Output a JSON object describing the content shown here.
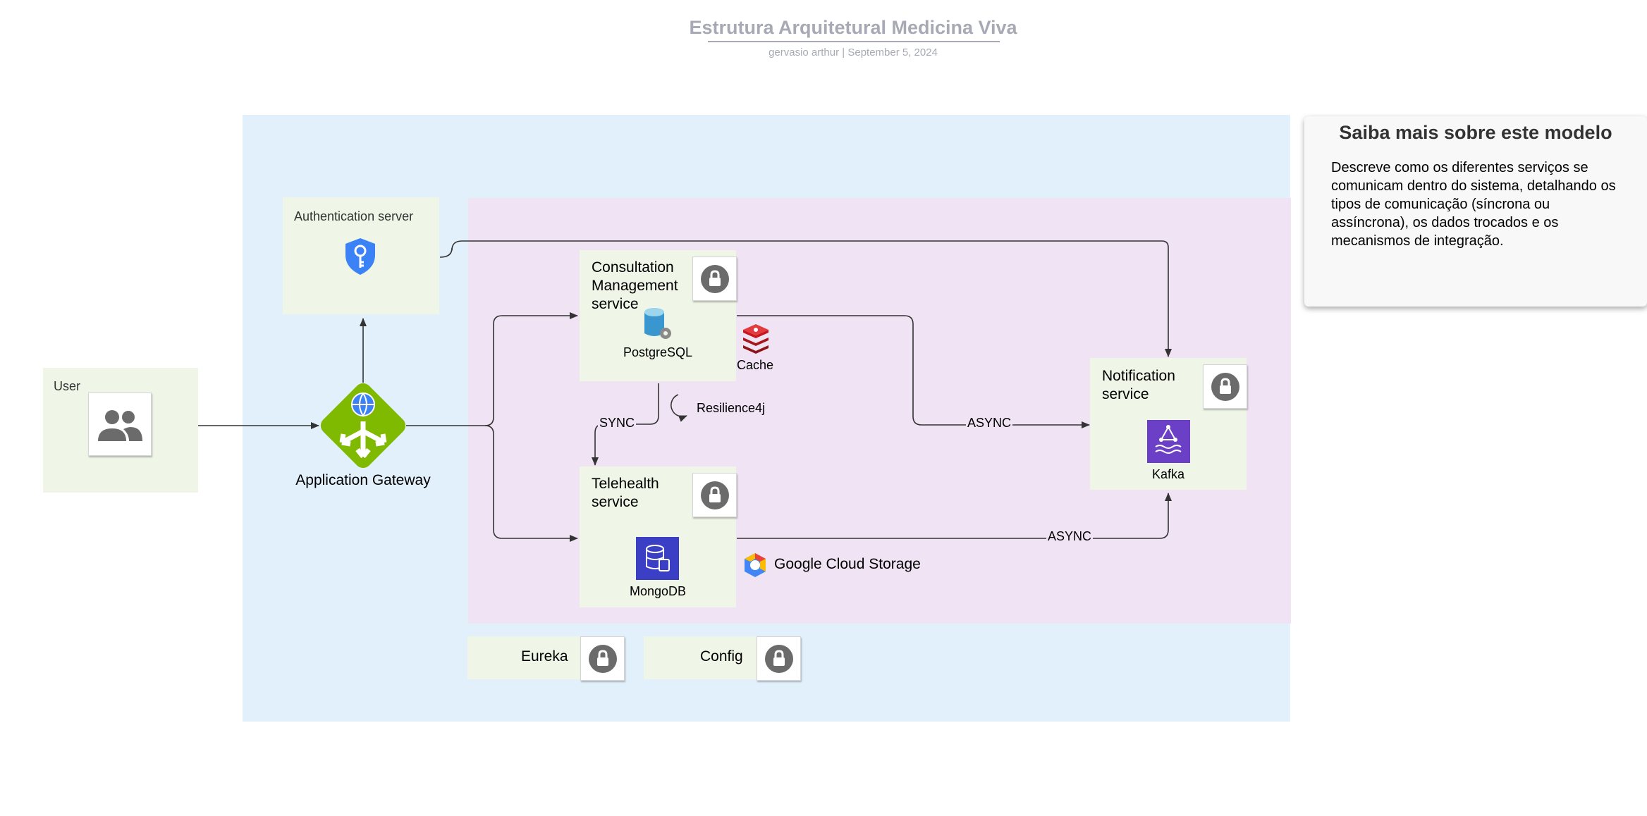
{
  "header": {
    "title": "Estrutura Arquitetural Medicina Viva",
    "subtitle": "gervasio arthur  |  September 5, 2024"
  },
  "nodes": {
    "user": "User",
    "auth_server": "Authentication server",
    "app_gateway": "Application Gateway",
    "consultation_service": "Consultation Management service",
    "postgresql": "PostgreSQL",
    "cache": "Cache",
    "resilience": "Resilience4j",
    "telehealth_service": "Telehealth service",
    "mongodb": "MongoDB",
    "google_cloud_storage": "Google Cloud Storage",
    "notification_service": "Notification service",
    "kafka": "Kafka",
    "eureka": "Eureka",
    "config": "Config"
  },
  "edges": {
    "sync": "SYNC",
    "async_consult_notif": "ASYNC",
    "async_tele_notif": "ASYNC"
  },
  "info_panel": {
    "title": "Saiba mais sobre este modelo",
    "body": "Descreve como os diferentes serviços se comunicam dentro do sistema, detalhando os tipos de comunicação (síncrona ou assíncrona), os dados trocados e os mecanismos de integração."
  },
  "colors": {
    "zone_blue": "#e2f0fb",
    "zone_pink": "#f0e4f4",
    "node_green": "#eff6e7",
    "gateway_green": "#7fba00",
    "mongodb_blue": "#3a3fc6",
    "kafka_purple": "#6b3fc6",
    "cache_red": "#c8161d"
  },
  "icons": [
    "user-group-icon",
    "shield-key-icon",
    "gateway-icon",
    "lock-icon",
    "postgresql-icon",
    "redis-cache-icon",
    "mongodb-icon",
    "kafka-icon",
    "google-cloud-icon",
    "resilience-loop-icon"
  ]
}
